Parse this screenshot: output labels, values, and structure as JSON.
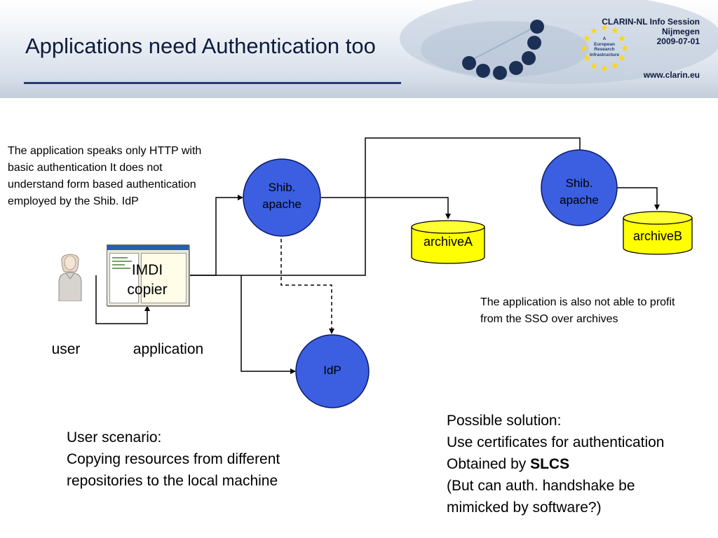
{
  "header": {
    "title": "Applications need Authentication too",
    "info_lines": [
      "CLARIN-NL Info Session",
      "Nijmegen",
      "2009-07-01"
    ],
    "url": "www.clarin.eu",
    "logo_text": [
      "A",
      "European",
      "Research",
      "Infrastructure"
    ]
  },
  "notes": {
    "left": "The application speaks only HTTP with basic authentication It does not understand form based authentication employed by the Shib. IdP",
    "right": "The application is also not able to profit from the SSO over archives"
  },
  "nodes": {
    "shibA": [
      "Shib.",
      "apache"
    ],
    "shibB": [
      "Shib.",
      "apache"
    ],
    "archiveA": "archiveA",
    "archiveB": "archiveB",
    "idp": "IdP",
    "app_window": [
      "IMDI",
      "copier"
    ]
  },
  "labels": {
    "user": "user",
    "application": "application"
  },
  "scenario": {
    "lines": [
      "User scenario:",
      "Copying resources from different",
      "repositories to the local machine"
    ]
  },
  "solution": {
    "line1": "Possible solution:",
    "line2": "Use certificates for authentication",
    "line3_prefix": "Obtained by ",
    "line3_bold": "SLCS",
    "line4": "(But can auth. handshake be",
    "line5": "mimicked by software?)"
  },
  "colors": {
    "node_blue": "#3b5fe0",
    "archive_yellow": "#ffff00",
    "title_rule": "#1f3d73"
  }
}
